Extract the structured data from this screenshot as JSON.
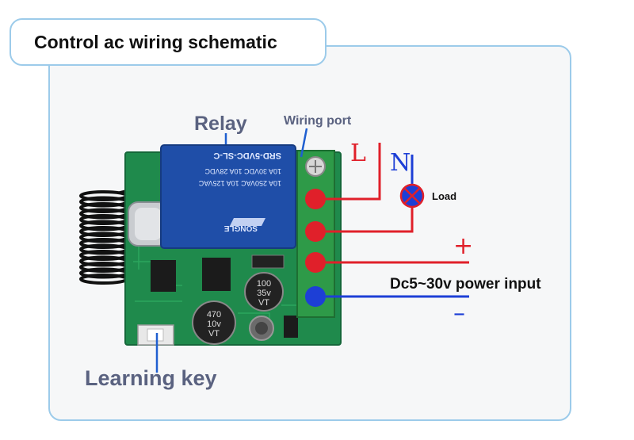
{
  "title": "Control ac wiring schematic",
  "labels": {
    "relay": "Relay",
    "wiring_port": "Wiring port",
    "learning_key": "Learning key",
    "power_input": "Dc5~30v power input",
    "load": "Load",
    "line": "L",
    "neutral": "N",
    "plus": "+",
    "minus": "–"
  },
  "relay_text": {
    "model": "SRD-5VDC-SL-C",
    "rating1": "10A 30VDC  10A 28VDC",
    "rating2": "10A 250VAC  10A 125VAC",
    "brand": "SONGLE"
  },
  "capacitors": {
    "cap1": [
      "100",
      "35v",
      "VT"
    ],
    "cap2": [
      "470",
      "10v",
      "VT"
    ]
  },
  "colors": {
    "border": "#9ccbea",
    "pcb": "#1f8a4c",
    "relay": "#1f4ea8",
    "terminal": "#2e9a48",
    "red_wire": "#e0202a",
    "blue_wire": "#1d3fd6",
    "callout": "#1f5fd0",
    "label": "#5a6280"
  }
}
